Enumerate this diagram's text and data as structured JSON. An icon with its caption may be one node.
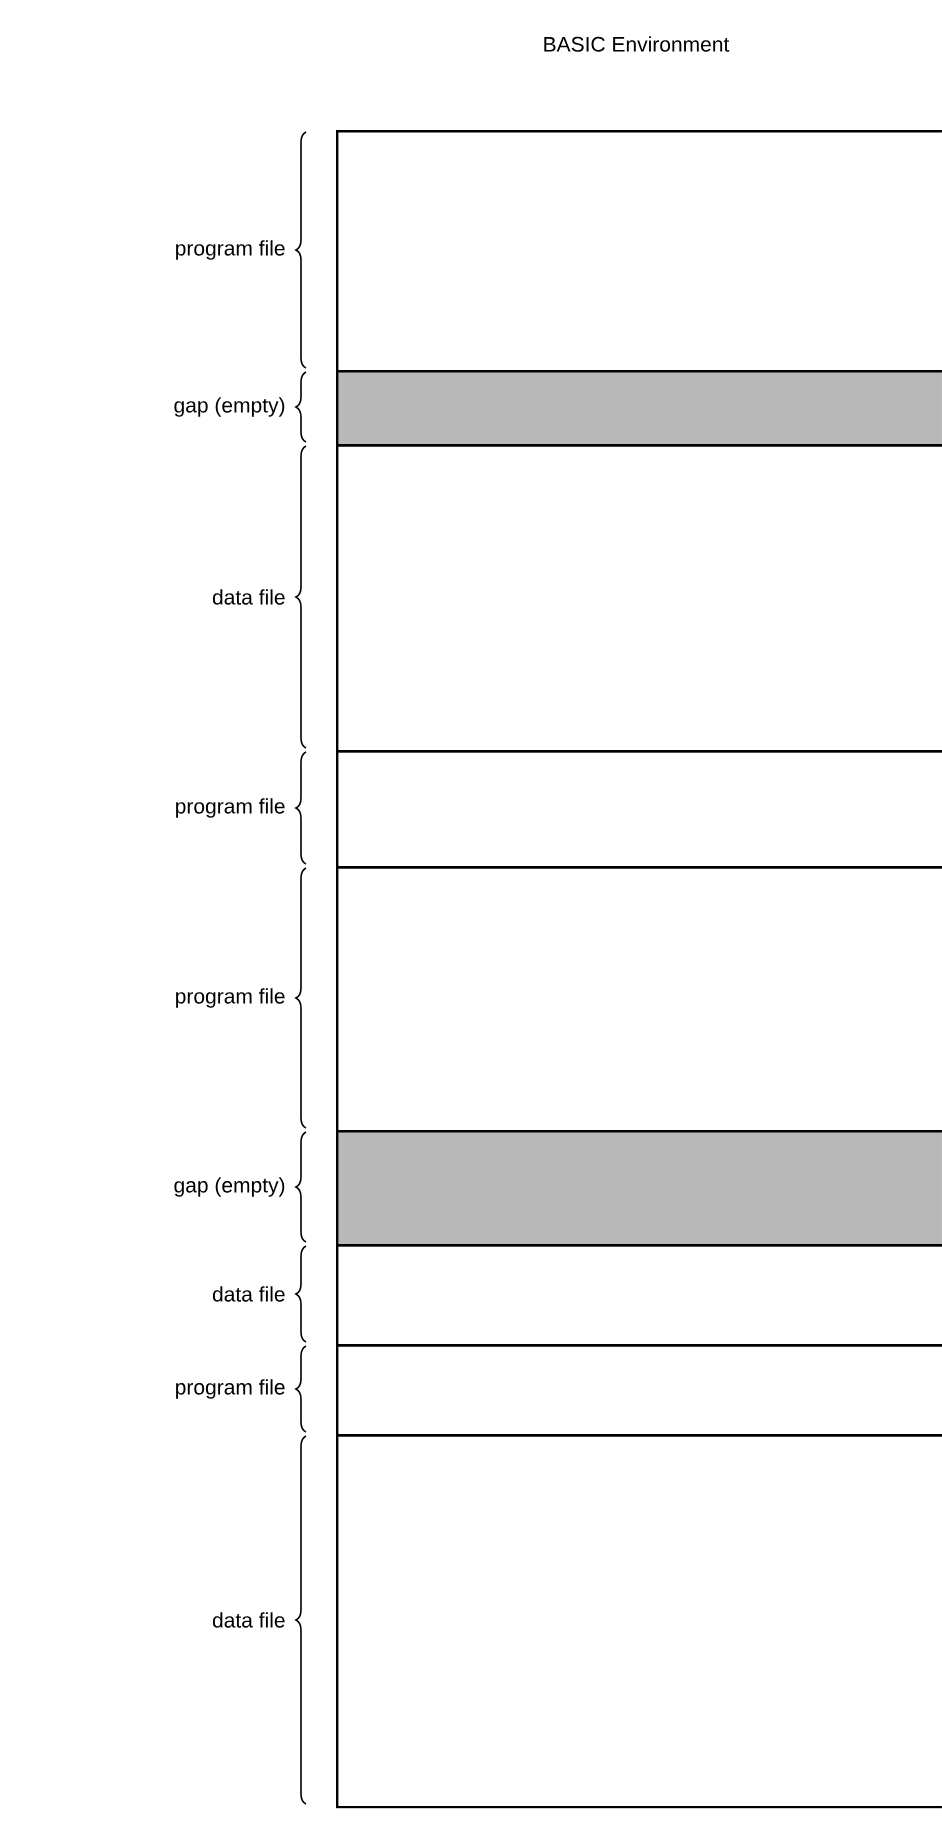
{
  "diagram": {
    "title": "BASIC Environment",
    "nodes": [
      {
        "text": [
          "program file"
        ]
      },
      {
        "text": [
          "gap (empty)"
        ]
      },
      {
        "text": [
          "data file"
        ]
      },
      {
        "text": [
          "program file"
        ]
      },
      {
        "text": [
          "program file"
        ]
      },
      {
        "text": [
          "gap (empty)"
        ]
      },
      {
        "text": [
          "data file"
        ]
      },
      {
        "text": [
          "program file"
        ]
      },
      {
        "text": [
          "data file"
        ]
      }
    ]
  }
}
